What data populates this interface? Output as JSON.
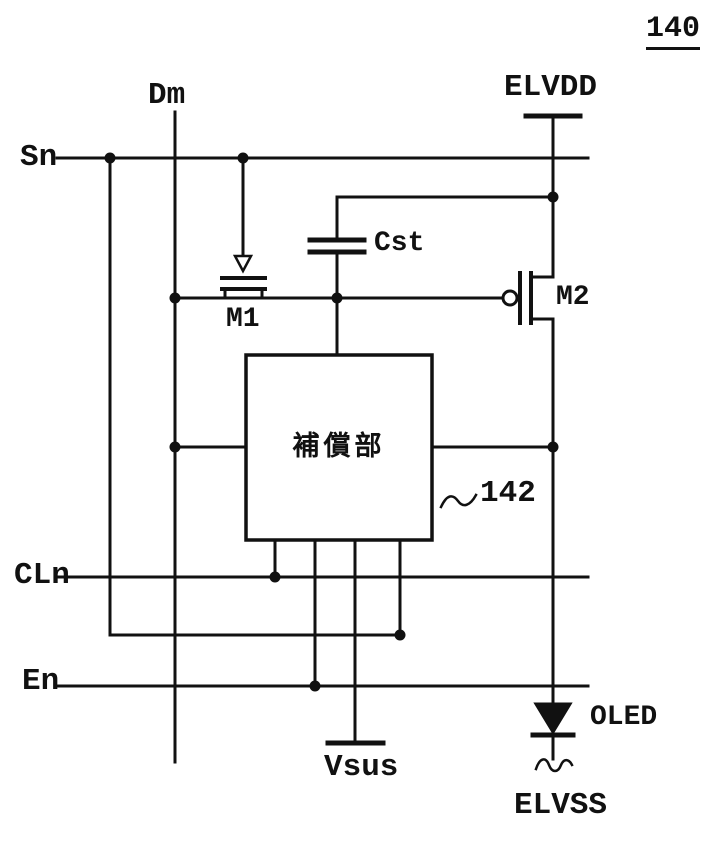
{
  "figure": {
    "number": "140"
  },
  "signals": {
    "scan": "Sn",
    "data": "Dm",
    "control": "CLn",
    "emission": "En"
  },
  "power": {
    "elvdd": "ELVDD",
    "elvss": "ELVSS",
    "vsus": "Vsus"
  },
  "components": {
    "capacitor": "Cst",
    "transistor1": "M1",
    "transistor2": "M2",
    "compensation_block": "補償部",
    "compensation_ref": "142",
    "oled": "OLED"
  },
  "colors": {
    "ink": "#111111",
    "background": "#ffffff"
  }
}
